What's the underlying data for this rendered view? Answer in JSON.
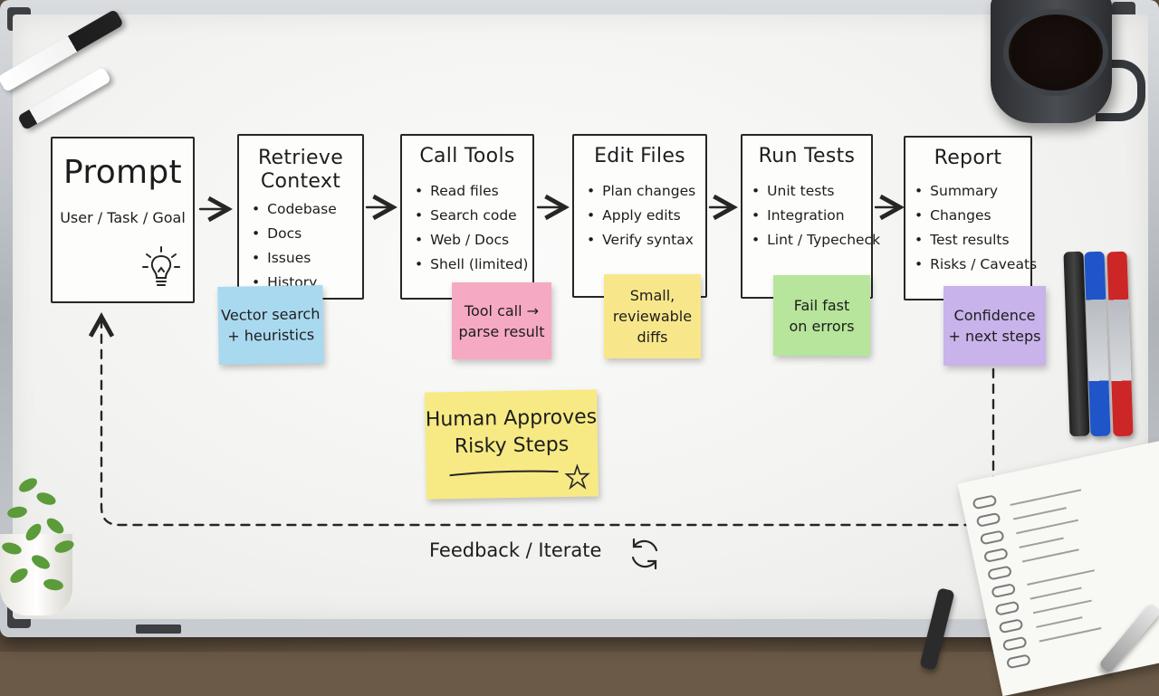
{
  "diagram": {
    "steps": [
      {
        "title": "Prompt",
        "subtitle": "User / Task / Goal",
        "items": []
      },
      {
        "title": "Retrieve Context",
        "items": [
          "Codebase",
          "Docs",
          "Issues",
          "History"
        ]
      },
      {
        "title": "Call Tools",
        "items": [
          "Read files",
          "Search code",
          "Web / Docs",
          "Shell (limited)"
        ]
      },
      {
        "title": "Edit Files",
        "items": [
          "Plan changes",
          "Apply edits",
          "Verify syntax"
        ]
      },
      {
        "title": "Run Tests",
        "items": [
          "Unit tests",
          "Integration",
          "Lint / Typecheck"
        ]
      },
      {
        "title": "Report",
        "items": [
          "Summary",
          "Changes",
          "Test results",
          "Risks / Caveats"
        ]
      }
    ],
    "notes": {
      "retrieve": [
        "Vector search",
        "+ heuristics"
      ],
      "tools": [
        "Tool call →",
        "parse result"
      ],
      "edit": [
        "Small,",
        "reviewable",
        "diffs"
      ],
      "tests": [
        "Fail fast",
        "on errors"
      ],
      "report": [
        "Confidence",
        "+ next steps"
      ],
      "human": [
        "Human Approves",
        "Risky Steps"
      ]
    },
    "feedback_label": "Feedback / Iterate",
    "icons": {
      "idea": "lightbulb-icon",
      "star": "star-icon",
      "cycle": "refresh-icon"
    }
  },
  "colors": {
    "ink": "#262626",
    "note_blue": "#a9d9ef",
    "note_pink": "#f6a9c3",
    "note_yellow": "#f8e78a",
    "note_green": "#b6e59b",
    "note_purple": "#c8b3ea"
  }
}
